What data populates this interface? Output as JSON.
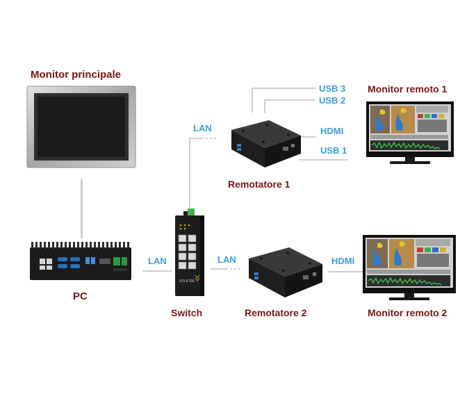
{
  "devices": {
    "monitor_principale": "Monitor principale",
    "pc": "PC",
    "switch": "Switch",
    "remotatore_1": "Remotatore 1",
    "remotatore_2": "Remotatore 2",
    "monitor_remoto_1": "Monitor remoto 1",
    "monitor_remoto_2": "Monitor remoto 2"
  },
  "connections": {
    "lan_pc_switch": "LAN",
    "lan_switch_rem1": "LAN",
    "lan_switch_rem2": "LAN",
    "usb3": "USB 3",
    "usb2": "USB 2",
    "hdmi1": "HDMI",
    "usb1": "USB 1",
    "hdmi2": "HDMI"
  },
  "switch_brand": "VOLKTEK",
  "colors": {
    "device_label": "#7a1616",
    "connection_label": "#3a9fd6",
    "line": "#cfcfcf",
    "device_body": "#1b1b1b"
  }
}
